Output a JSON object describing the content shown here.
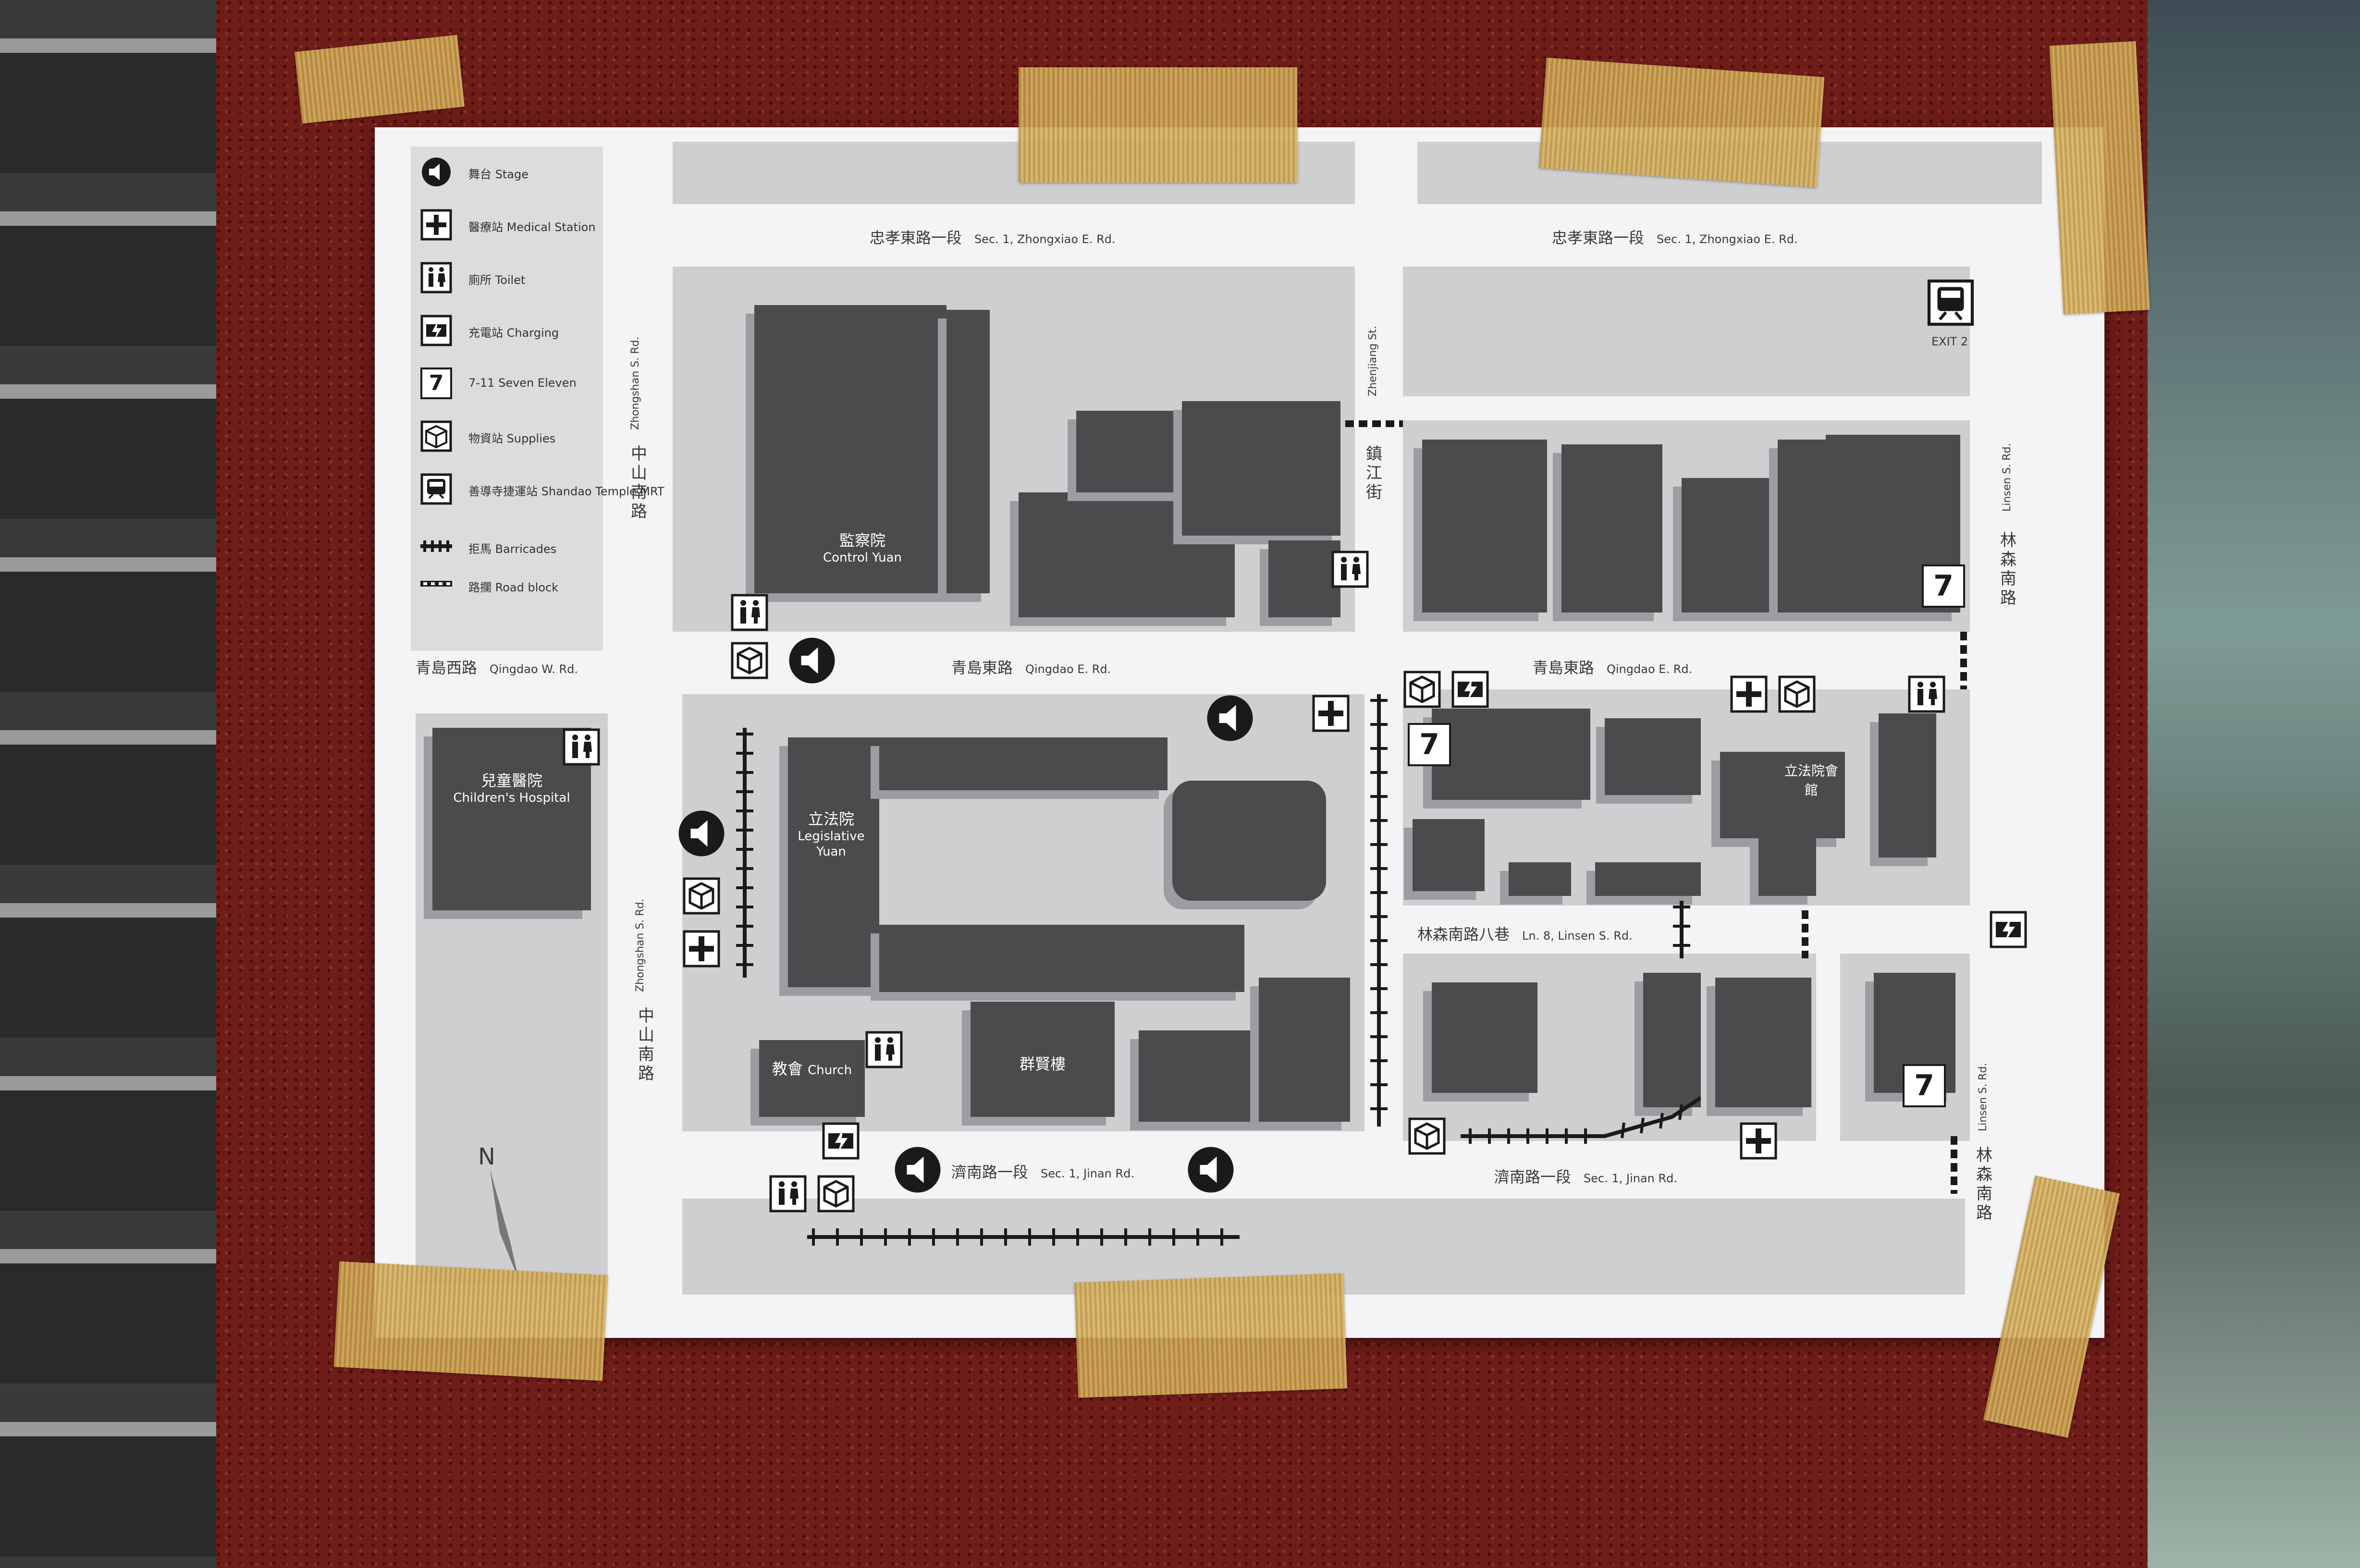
{
  "legend": [
    {
      "icon": "speaker-icon",
      "label": "舞台 Stage"
    },
    {
      "icon": "medical-cross-icon",
      "label": "醫療站 Medical Station"
    },
    {
      "icon": "toilet-icon",
      "label": "廁所 Toilet"
    },
    {
      "icon": "charging-icon",
      "label": "充電站 Charging"
    },
    {
      "icon": "seven-eleven-icon",
      "label": "7-11 Seven Eleven",
      "glyph": "7"
    },
    {
      "icon": "supplies-box-icon",
      "label": "物資站 Supplies"
    },
    {
      "icon": "mrt-train-icon",
      "label": "善導寺捷運站 Shandao Temple MRT"
    },
    {
      "icon": "barricade-icon",
      "label": "拒馬 Barricades"
    },
    {
      "icon": "road-block-icon",
      "label": "路攔 Road block"
    }
  ],
  "roads": {
    "zhongxiao_w": {
      "zh": "忠孝東路一段",
      "en": "Sec. 1, Zhongxiao E. Rd."
    },
    "zhongxiao_e": {
      "zh": "忠孝東路一段",
      "en": "Sec. 1, Zhongxiao E. Rd."
    },
    "qingdao_w": {
      "zh": "青島西路",
      "en": "Qingdao W. Rd."
    },
    "qingdao_mid": {
      "zh": "青島東路",
      "en": "Qingdao E. Rd."
    },
    "qingdao_e": {
      "zh": "青島東路",
      "en": "Qingdao E. Rd."
    },
    "jinan_w": {
      "zh": "濟南路一段",
      "en": "Sec. 1, Jinan Rd."
    },
    "jinan_e": {
      "zh": "濟南路一段",
      "en": "Sec. 1, Jinan Rd."
    },
    "linsen_lane": {
      "zh": "林森南路八巷",
      "en": "Ln. 8, Linsen S. Rd."
    },
    "zhongshan_top": {
      "zh": "中山南路",
      "en": "Zhongshan S. Rd."
    },
    "zhongshan_bot": {
      "zh": "中山南路",
      "en": "Zhongshan S. Rd."
    },
    "zhenjiang": {
      "zh": "鎮江街",
      "en": "Zhenjiang St."
    },
    "linsen_top": {
      "zh": "林森南路",
      "en": "Linsen S. Rd."
    },
    "linsen_bot": {
      "zh": "林森南路",
      "en": "Linsen S. Rd."
    }
  },
  "buildings": {
    "control_yuan": {
      "zh": "監察院",
      "en": "Control Yuan"
    },
    "childrens_hospital": {
      "zh": "兒童醫院",
      "en": "Children's Hospital"
    },
    "legislative_yuan": {
      "zh": "立法院",
      "en": "Legislative Yuan"
    },
    "church": {
      "zh": "教會",
      "en": "Church"
    },
    "qunxian": {
      "zh": "群賢樓"
    },
    "legislative_hall": {
      "zh": "立法院會館"
    }
  },
  "exit_label": "EXIT 2",
  "seven_glyph": "7",
  "north_label": "N",
  "colors": {
    "paper": "#f4f4f6",
    "block": "#cfcfd1",
    "building": "#4b4a4d",
    "shadow": "#9d9ca0",
    "ink": "#1a1a1a"
  }
}
